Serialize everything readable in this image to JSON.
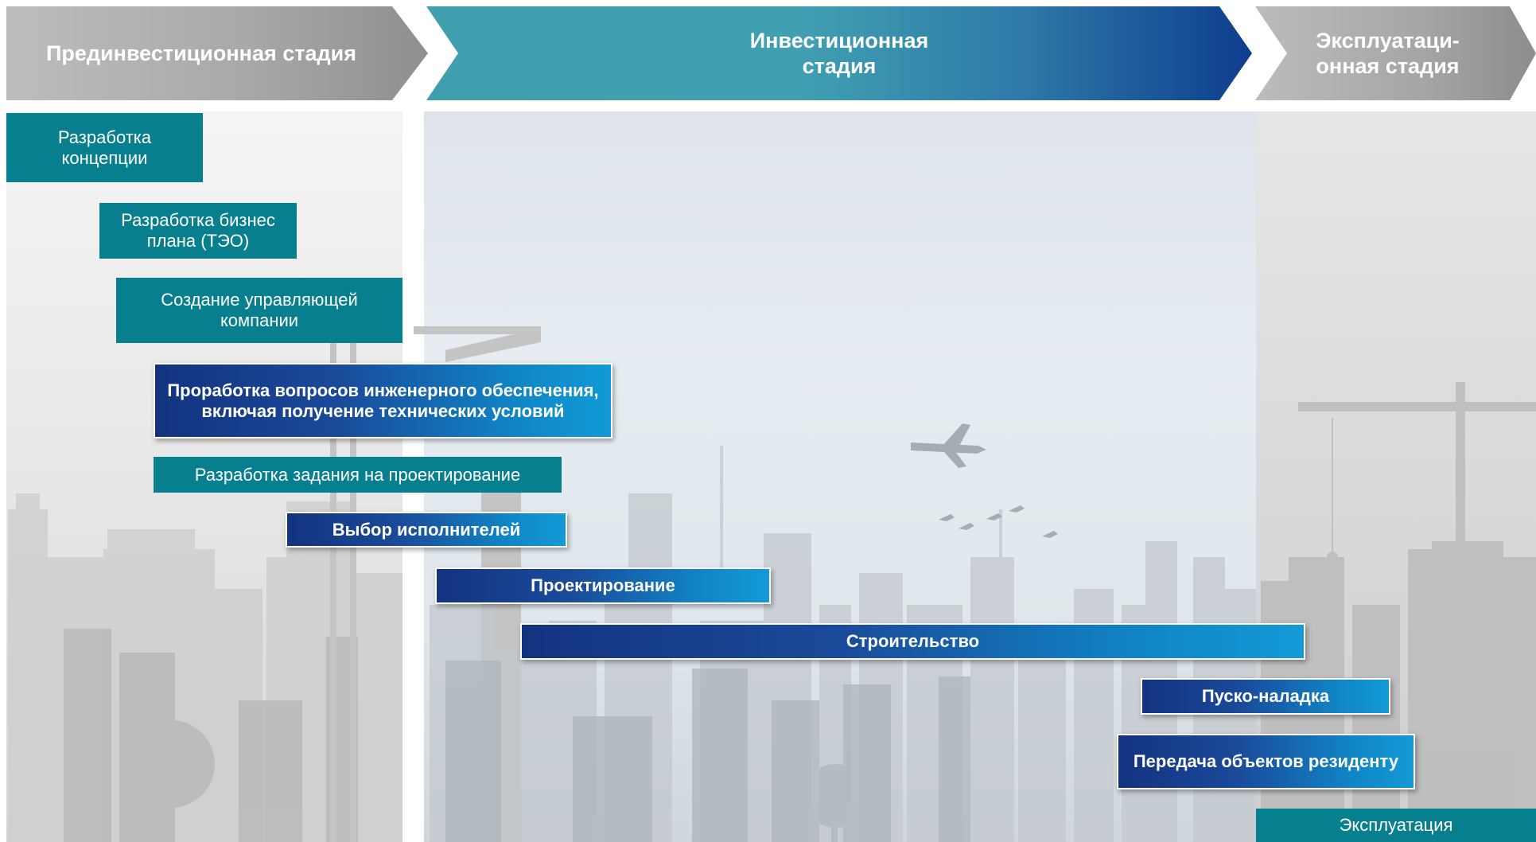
{
  "stages": {
    "pre": "Прединвестиционная стадия",
    "investment": "Инвестиционная стадия",
    "operation": "Эксплуатаци-онная стадия"
  },
  "tasks": [
    {
      "label": "Разработка концепции",
      "style": "teal"
    },
    {
      "label": "Разработка бизнес плана (ТЭО)",
      "style": "teal"
    },
    {
      "label": "Создание управляющей компании",
      "style": "teal"
    },
    {
      "label": "Проработка вопросов инженерного обеспечения, включая получение технических условий",
      "style": "gradient-blue"
    },
    {
      "label": "Разработка задания на проектирование",
      "style": "teal"
    },
    {
      "label": "Выбор исполнителей",
      "style": "gradient-blue"
    },
    {
      "label": "Проектирование",
      "style": "gradient-blue"
    },
    {
      "label": "Строительство",
      "style": "gradient-blue"
    },
    {
      "label": "Пуско-наладка",
      "style": "gradient-blue"
    },
    {
      "label": "Передача объектов резиденту",
      "style": "gradient-blue"
    },
    {
      "label": "Эксплуатация",
      "style": "teal"
    }
  ],
  "colors": {
    "teal": "#087f8f",
    "navy": "#13337f",
    "cyan": "#139ad6",
    "header_teal": "#40a0b2",
    "header_navy": "#0e3d8e",
    "header_grey": "#a9a9a9"
  }
}
